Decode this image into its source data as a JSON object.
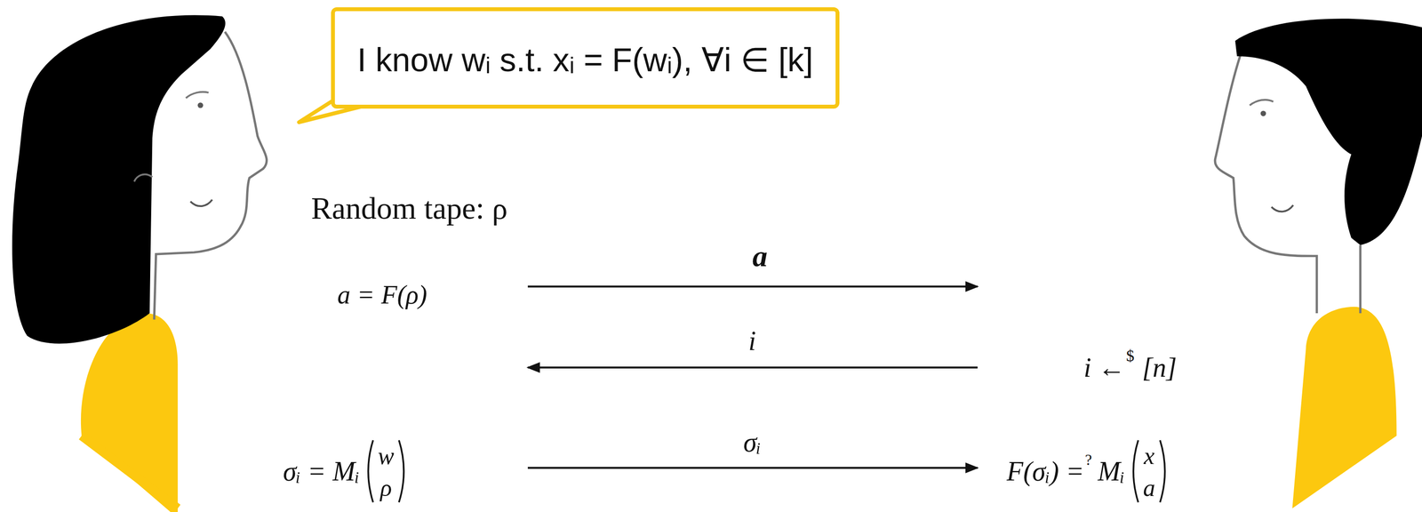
{
  "diagram": {
    "nodes": [
      {
        "text": [
          "I know wᵢ s.t. xᵢ = F(wᵢ), ∀i ∈ [k]"
        ]
      }
    ],
    "labels": [
      "Random tape: ρ",
      "a = F(ρ)",
      "a",
      "i",
      "i ←",
      "$",
      "[n]",
      "σᵢ = Mᵢ",
      "w",
      "ρ",
      "σᵢ",
      "F(σᵢ) =",
      "?",
      "Mᵢ",
      "x",
      "a"
    ]
  }
}
